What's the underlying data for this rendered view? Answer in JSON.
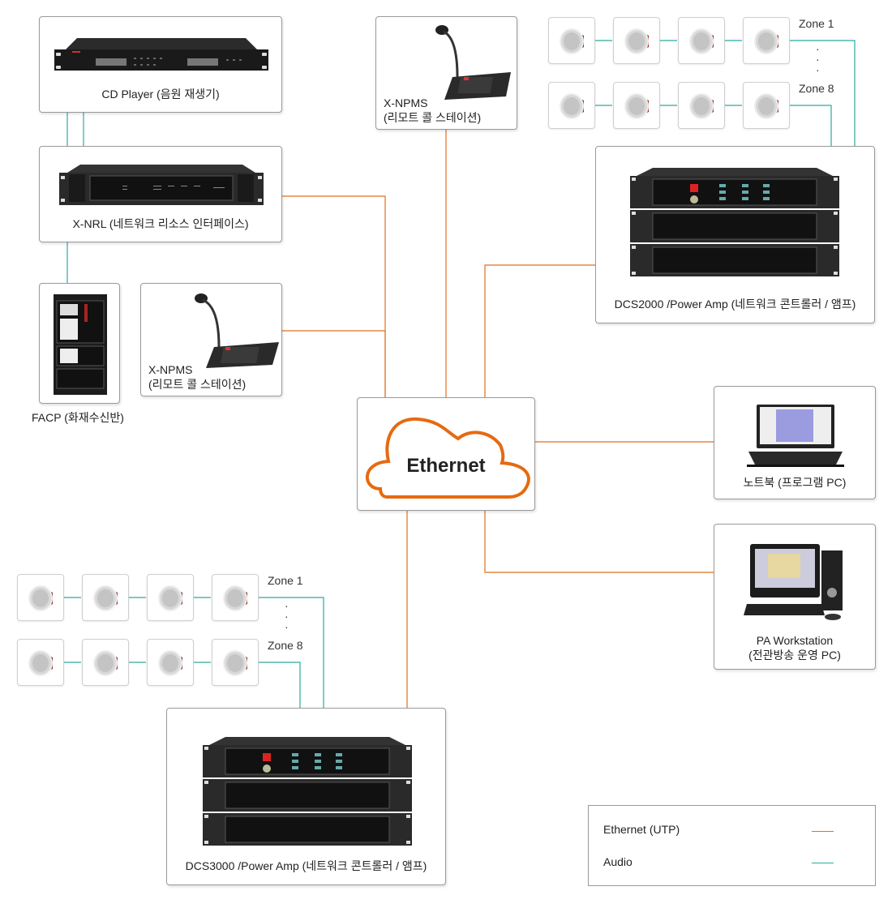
{
  "colors": {
    "ethernet": "#e07020",
    "audio": "#2aaba0",
    "box_border": "#9a9a9a"
  },
  "devices": {
    "cd_player": {
      "label": "CD Player (음원 재생기)"
    },
    "xnrl": {
      "label": "X-NRL (네트워크 리소스 인터페이스)"
    },
    "facp": {
      "label": "FACP (화재수신반)"
    },
    "xnpms_left": {
      "line1": "X-NPMS",
      "line2": "(리모트 콜 스테이션)"
    },
    "xnpms_top": {
      "line1": "X-NPMS",
      "line2": "(리모트 콜 스테이션)"
    },
    "dcs2000": {
      "label": "DCS2000 /Power Amp (네트워크 콘트롤러 / 앰프)"
    },
    "dcs3000": {
      "label": "DCS3000 /Power Amp (네트워크 콘트롤러 / 앰프)"
    },
    "ethernet_hub": {
      "label": "Ethernet"
    },
    "laptop": {
      "label": "노트북 (프로그램 PC)"
    },
    "workstation": {
      "line1": "PA Workstation",
      "line2": "(전관방송 운영 PC)"
    }
  },
  "speaker_groups": {
    "top": {
      "zone_first": "Zone 1",
      "zone_last": "Zone 8",
      "ellipsis": ".\n.\n."
    },
    "bottom": {
      "zone_first": "Zone 1",
      "zone_last": "Zone 8",
      "ellipsis": ".\n.\n."
    }
  },
  "legend": {
    "items": [
      {
        "label": "Ethernet (UTP)",
        "type": "ethernet"
      },
      {
        "label": "Audio",
        "type": "audio"
      }
    ]
  }
}
